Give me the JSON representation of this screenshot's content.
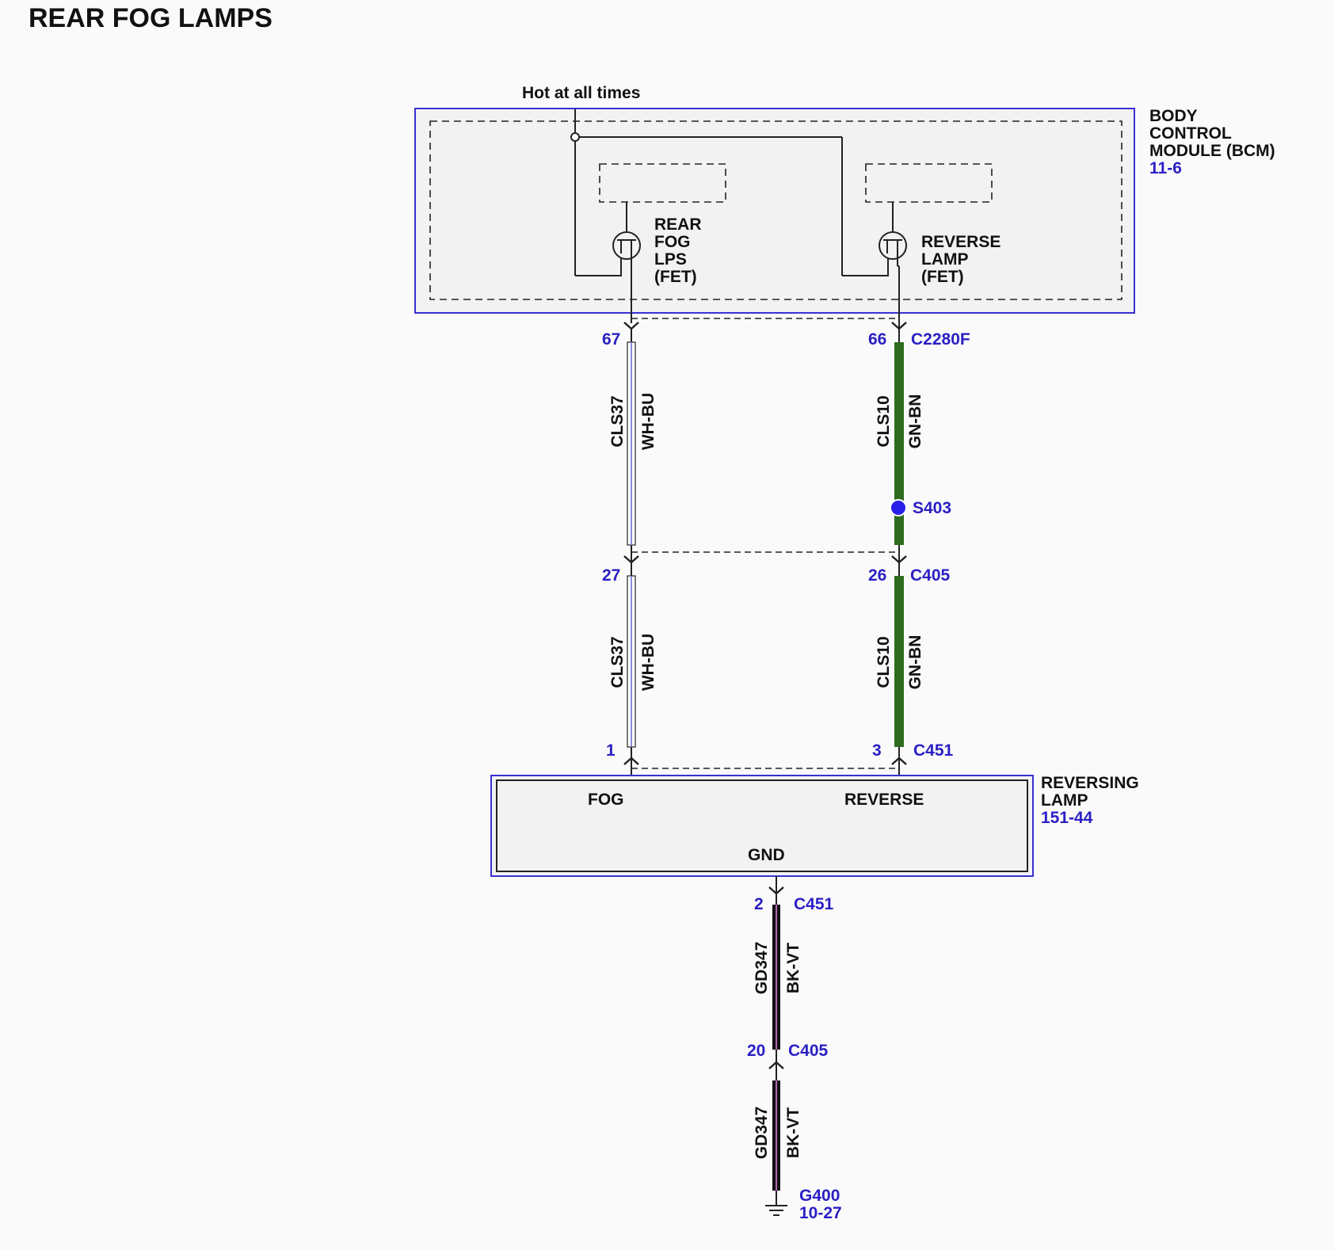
{
  "title": "REAR FOG LAMPS",
  "colors": {
    "module_border": "#3a2fd0",
    "module_fill": "#f2f2f2",
    "ref_text": "#2a1fc4",
    "wire_gn_bn": "#2e6b1f",
    "wire_bk_vt": "#111111",
    "splice": "#2a1fe8"
  },
  "bcm": {
    "power_note": "Hot at all times",
    "name_lines": [
      "BODY",
      "CONTROL",
      "MODULE (BCM)"
    ],
    "ref": "11-6",
    "fet_fog_lines": [
      "REAR",
      "FOG",
      "LPS",
      "(FET)"
    ],
    "fet_reverse_lines": [
      "REVERSE",
      "LAMP",
      "(FET)"
    ]
  },
  "connectors": {
    "c2280f": {
      "name": "C2280F",
      "pin_fog": "67",
      "pin_reverse": "66"
    },
    "c405_top": {
      "name": "C405",
      "pin_fog": "27",
      "pin_reverse": "26"
    },
    "c451_top": {
      "name": "C451",
      "pin_fog": "1",
      "pin_reverse": "3"
    },
    "c451_gnd": {
      "name": "C451",
      "pin": "2"
    },
    "c405_gnd": {
      "name": "C405",
      "pin": "20"
    }
  },
  "wires": {
    "fog_circuit": "CLS37",
    "fog_color": "WH-BU",
    "reverse_circuit": "CLS10",
    "reverse_color": "GN-BN",
    "ground_circuit": "GD347",
    "ground_color": "BK-VT"
  },
  "splice": {
    "name": "S403"
  },
  "reversing_lamp": {
    "name_lines": [
      "REVERSING",
      "LAMP"
    ],
    "ref": "151-44",
    "pin_fog": "FOG",
    "pin_reverse": "REVERSE",
    "pin_gnd": "GND"
  },
  "ground": {
    "name": "G400",
    "ref": "10-27"
  }
}
